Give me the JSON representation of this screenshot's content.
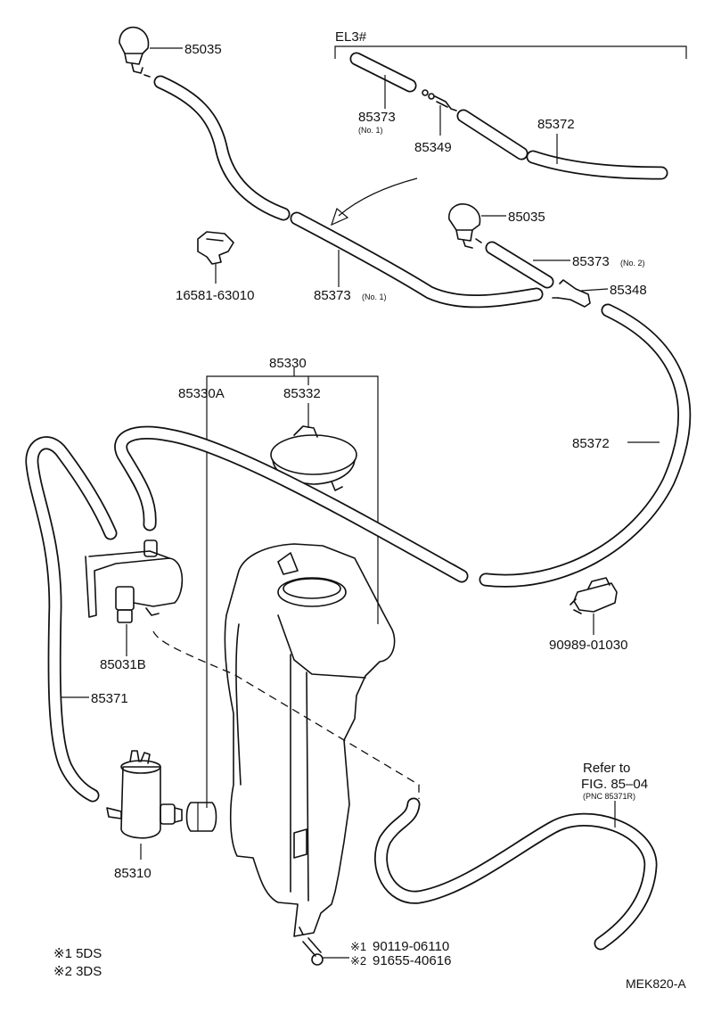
{
  "group": {
    "label": "EL3#"
  },
  "labels": {
    "nozzle_left": "85035",
    "nozzle_right": "85035",
    "hose_el3_no1": "85373",
    "hose_el3_no1_note": "(No. 1)",
    "joint_el3": "85349",
    "hose_el3_85372": "85372",
    "clip": "16581-63010",
    "hose_main_no1": "85373",
    "hose_main_no1_note": "(No. 1)",
    "hose_no2": "85373",
    "hose_no2_note": "(No. 2)",
    "joint_85348": "85348",
    "tank_assy": "85330",
    "tank_sub": "85330A",
    "cap": "85332",
    "hose_long_right": "85372",
    "connector": "90989-01030",
    "valve": "85031B",
    "hose_85371": "85371",
    "pump": "85310",
    "bolt_1": "90119-06110",
    "bolt_2": "91655-40616",
    "bolt_mark_1": "※1",
    "bolt_mark_2": "※2"
  },
  "refer": {
    "line1": "Refer to",
    "line2": "FIG. 85–04",
    "line3": "(PNC 85371R)"
  },
  "notes": {
    "note1": "※1 5DS",
    "note2": "※2 3DS"
  },
  "figure_code": "MEK820-A"
}
